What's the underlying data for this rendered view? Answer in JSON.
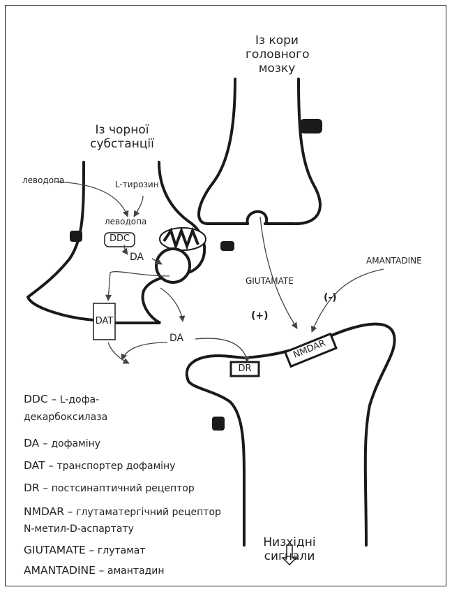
{
  "labels": {
    "cortex_source": "Із кори\nголовного\nмозку",
    "substantia_source": "Із чорної\nсубстанції",
    "levodopa_outside": "леводопа",
    "l_tyrosine": "L-тирозин",
    "levodopa_inside": "леводопа",
    "ddc_box": "DDC",
    "da_presynaptic": "DA",
    "dat_box": "DAT",
    "da_cleft": "DA",
    "glutamate": "GIUTAMATE",
    "amantadine": "AMANTADINE",
    "plus_sign": "(+)",
    "minus_sign": "(-)",
    "dr_box": "DR",
    "nmdar_box": "NMDAR",
    "downstream": "Низхідні\nсигнали"
  },
  "legend": [
    {
      "key": "DDC",
      "def": "L-дофа-\nдекарбоксилаза"
    },
    {
      "key": "DA",
      "def": "дофаміну"
    },
    {
      "key": "DAT",
      "def": "транспортер дофаміну"
    },
    {
      "key": "DR",
      "def": "постсинаптичний рецептор"
    },
    {
      "key": "NMDAR",
      "def": "глутаматергічний рецептор\nN-метил-D-аспартату"
    },
    {
      "key": "GIUTAMATE",
      "def": "глутамат"
    },
    {
      "key": "AMANTADINE",
      "def": "амантадин"
    }
  ],
  "legend_separator": "–",
  "colors": {
    "stroke": "#1a1a1a",
    "text": "#222222",
    "arrow": "#444444"
  }
}
